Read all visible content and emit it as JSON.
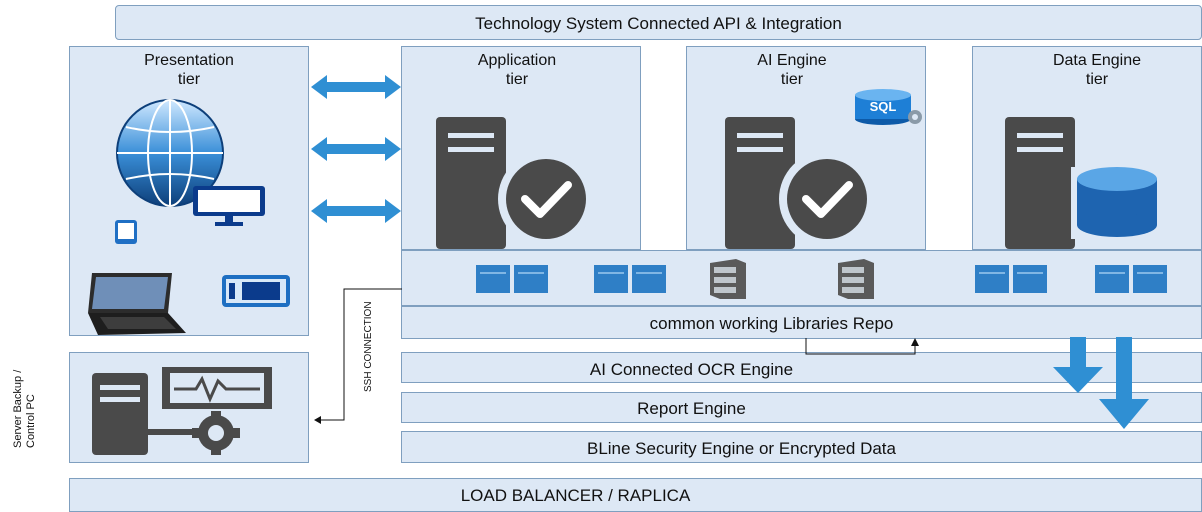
{
  "title": "Technology System Connected API & Integration",
  "tiers": {
    "presentation": {
      "line1": "Presentation",
      "line2": "tier"
    },
    "application": {
      "line1": "Application",
      "line2": "tier"
    },
    "ai_engine": {
      "line1": "AI Engine",
      "line2": "tier"
    },
    "data_engine": {
      "line1": "Data Engine",
      "line2": "tier"
    }
  },
  "sql_badge": "SQL",
  "libraries_repo": "common working Libraries Repo",
  "ocr_engine": "AI Connected OCR Engine",
  "report_engine": "Report Engine",
  "security_engine": "BLine Security Engine or Encrypted Data",
  "load_balancer": "LOAD BALANCER / RAPLICA",
  "ssh_connection": "SSH CONNECTION",
  "server_backup": {
    "line1": "Server Backup /",
    "line2": "Control PC"
  },
  "colors": {
    "panel": "#dde8f5",
    "border": "#7f9fbf",
    "arrow": "#2f8fd3",
    "server": "#4a4a4a",
    "book": "#2f7fc6"
  }
}
